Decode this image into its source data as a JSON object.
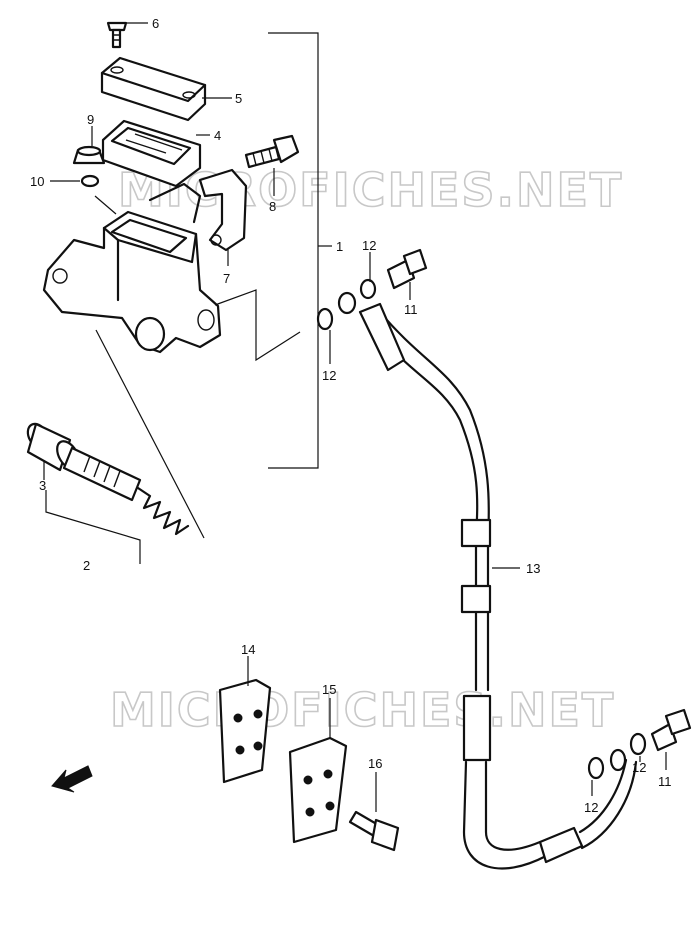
{
  "watermarks": [
    "MICROFICHES.NET",
    "MICROFICHES.NET"
  ],
  "callouts": {
    "c1": "1",
    "c2": "2",
    "c3": "3",
    "c4": "4",
    "c5": "5",
    "c6": "6",
    "c7": "7",
    "c8": "8",
    "c9": "9",
    "c10": "10",
    "c11a": "11",
    "c11b": "11",
    "c12a": "12",
    "c12b": "12",
    "c12c": "12",
    "c12d": "12",
    "c13": "13",
    "c14": "14",
    "c15": "15",
    "c16": "16"
  }
}
